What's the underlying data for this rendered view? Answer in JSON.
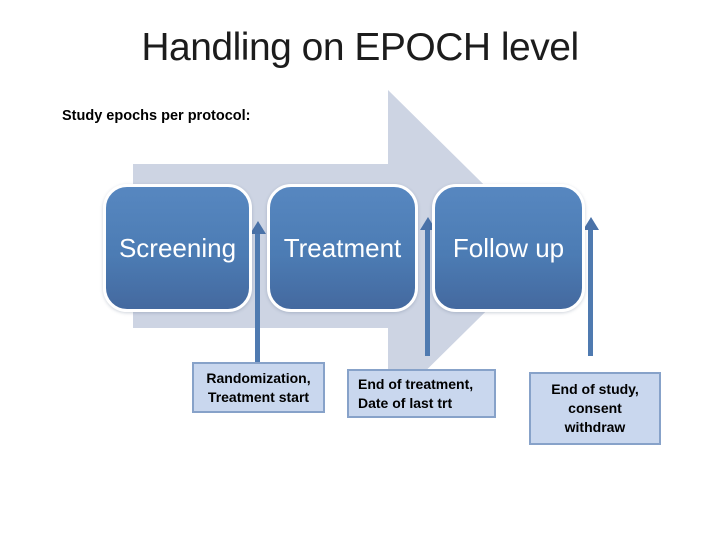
{
  "slide": {
    "title": "Handling on EPOCH level",
    "subtitle": "Study epochs per protocol:"
  },
  "flow": {
    "direction": "left-to-right",
    "epochs": [
      {
        "label": "Screening"
      },
      {
        "label": "Treatment"
      },
      {
        "label": "Follow up"
      }
    ]
  },
  "milestones": [
    {
      "lines": [
        "Randomization,",
        "Treatment start"
      ]
    },
    {
      "lines": [
        "End of treatment,",
        "Date of last trt"
      ]
    },
    {
      "lines": [
        "End of study,",
        "consent",
        "withdraw"
      ]
    }
  ],
  "colors": {
    "epoch_box_fill": "#4f81bd",
    "epoch_box_border": "#ffffff",
    "epoch_text": "#ffffff",
    "flow_arrow_background": "#cdd4e3",
    "connector_arrow": "#4a72a8",
    "milestone_fill": "#c9d7ee",
    "milestone_border": "#87a2c9",
    "milestone_text": "#000000",
    "title_text": "#1c1c1c"
  }
}
